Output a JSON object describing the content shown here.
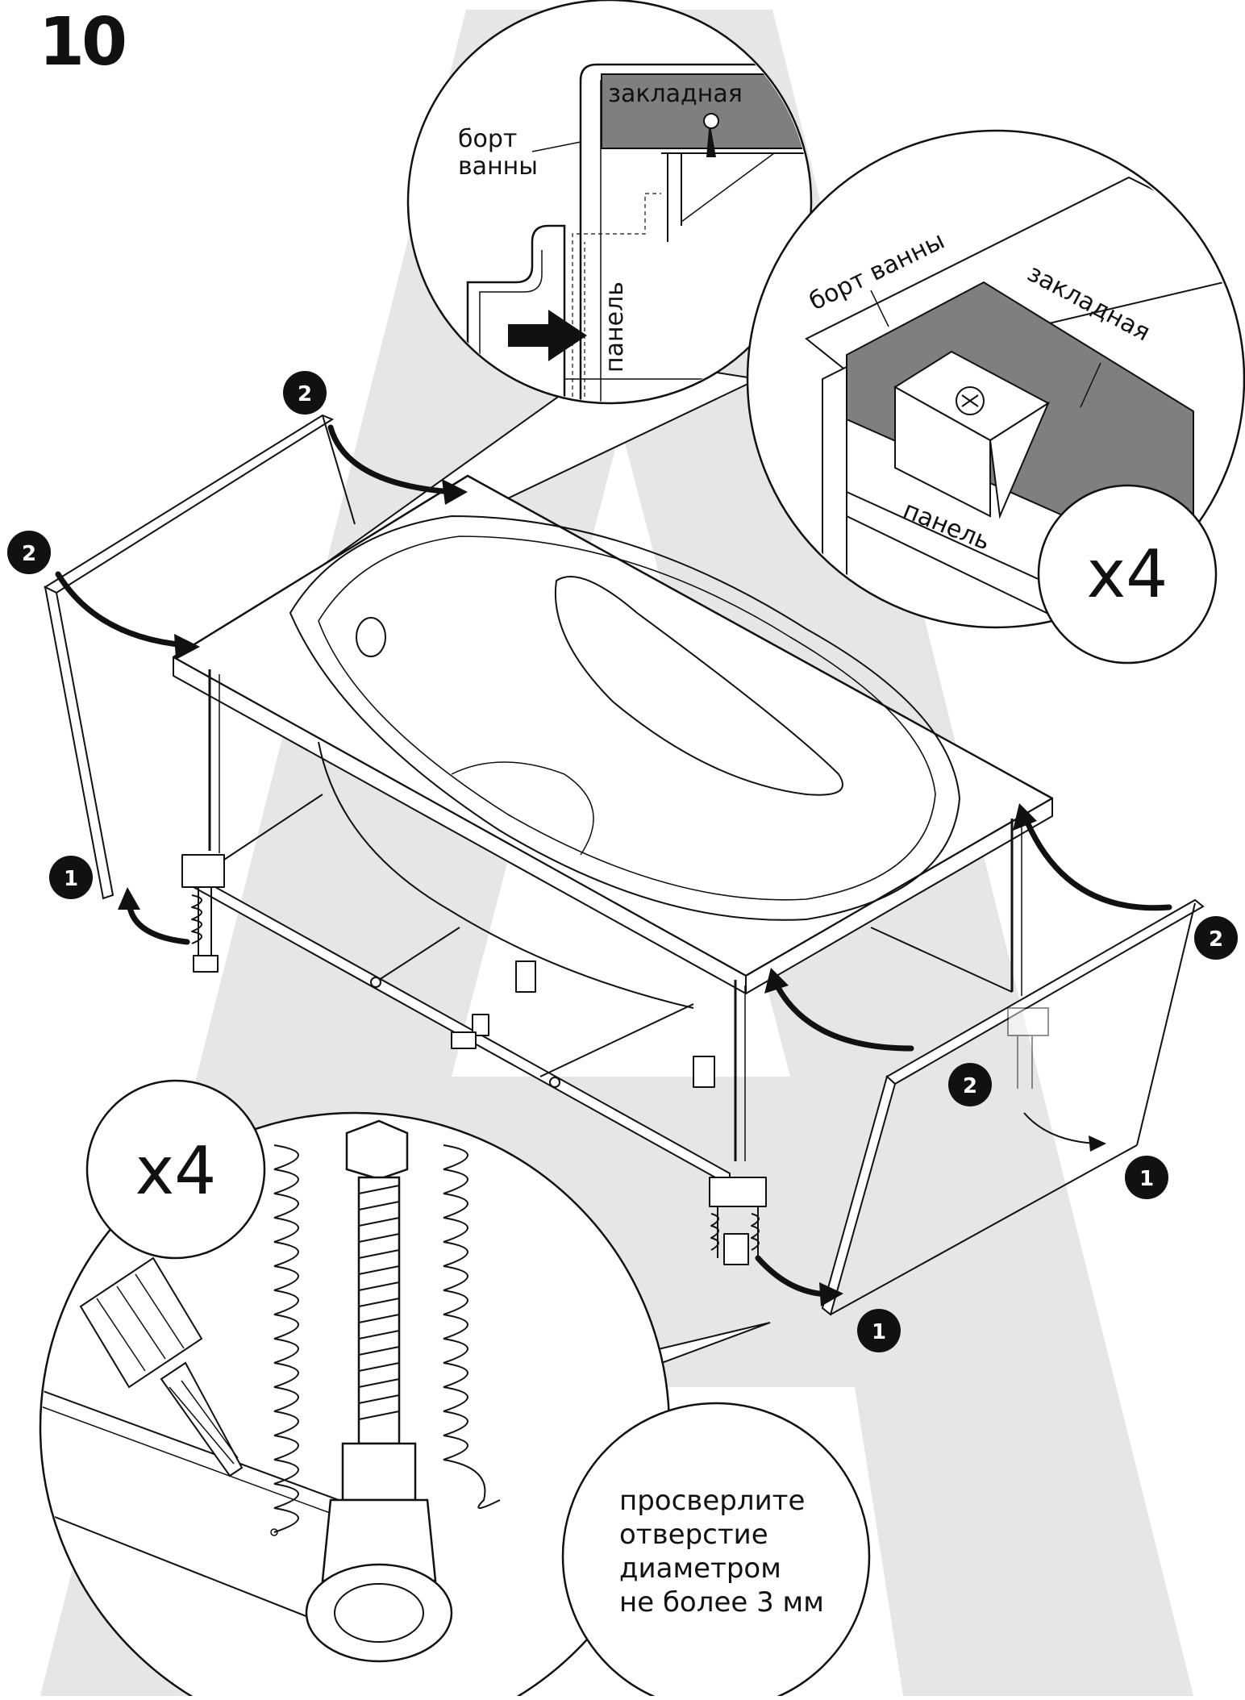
{
  "step_number": "10",
  "colors": {
    "background": "#ffffff",
    "watermark": "#e6e6e6",
    "ink": "#111111",
    "insert_block": "#7f7f7f",
    "badge_fill": "#111111",
    "badge_text": "#ffffff"
  },
  "detail_top": {
    "label_rim": "борт\nванны",
    "label_insert": "закладная",
    "label_panel": "панель"
  },
  "detail_right": {
    "label_rim": "борт ванны",
    "label_insert": "закладная",
    "label_panel": "панель",
    "count": "x4"
  },
  "detail_bottom": {
    "count": "x4",
    "instruction_lines": [
      "просверлите",
      "отверстие",
      "диаметром",
      "не более 3 мм"
    ]
  },
  "badges": [
    "2",
    "2",
    "1",
    "2",
    "2",
    "1",
    "1"
  ],
  "icons": [
    "tool-drill-icon",
    "screw-leg-icon",
    "spring-icon"
  ]
}
